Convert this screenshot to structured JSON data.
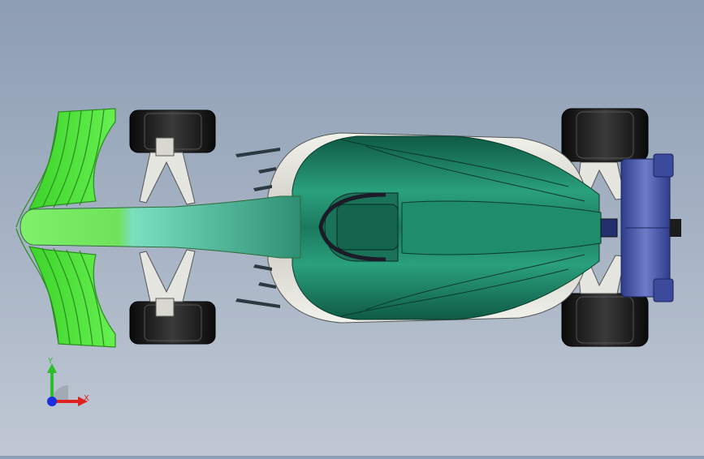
{
  "viewport": {
    "model": "f1-car-top-view",
    "colors": {
      "background_top": "#8d9db3",
      "background_bottom": "#c0c8d4",
      "front_wing": "#49e62c",
      "nose_start": "#6fe25a",
      "nose_end": "#3aa58a",
      "body_green": "#1e7a5f",
      "body_dark": "#10503e",
      "floor_silver": "#d9d9d2",
      "rear_wing": "#4b5aa8",
      "tire": "#1a1a1a",
      "suspension": "#e6e6e0"
    }
  },
  "triad": {
    "x_label": "X",
    "y_label": "Y",
    "colors": {
      "x": "#e0201c",
      "y": "#2bbf2b",
      "z": "#1c2fe0"
    }
  }
}
